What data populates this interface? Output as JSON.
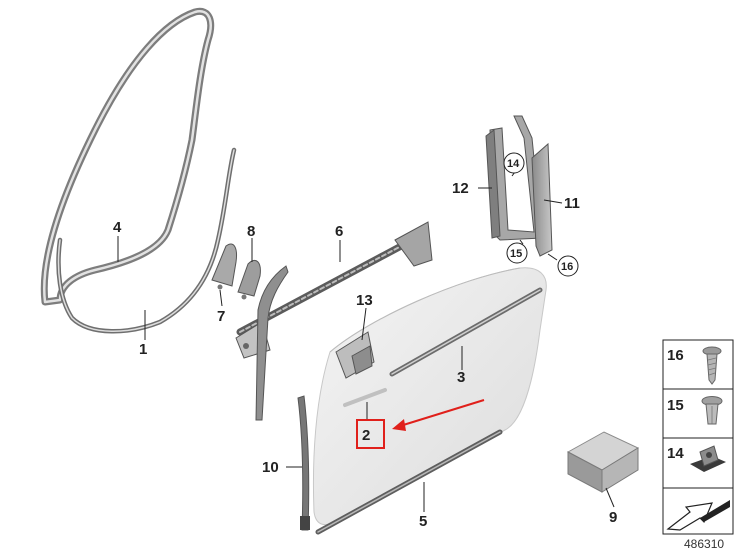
{
  "callouts": {
    "c1": "1",
    "c2": "2",
    "c3": "3",
    "c4": "4",
    "c5": "5",
    "c6": "6",
    "c7": "7",
    "c8": "8",
    "c9": "9",
    "c10": "10",
    "c11": "11",
    "c12": "12",
    "c13": "13"
  },
  "circled_callouts": {
    "c14": "14",
    "c15": "15",
    "c16": "16"
  },
  "legend": {
    "items": [
      {
        "number": "16",
        "icon": "screw-icon"
      },
      {
        "number": "15",
        "icon": "expanding-rivet-icon"
      },
      {
        "number": "14",
        "icon": "clip-nut-icon"
      }
    ],
    "footer_icon": "direction-arrow-icon"
  },
  "diagram_id": "486310",
  "colors": {
    "highlight": "#e0201b",
    "outline": "#222222",
    "part_gray": "#b9b9b9",
    "door_panel": "#ececec"
  }
}
